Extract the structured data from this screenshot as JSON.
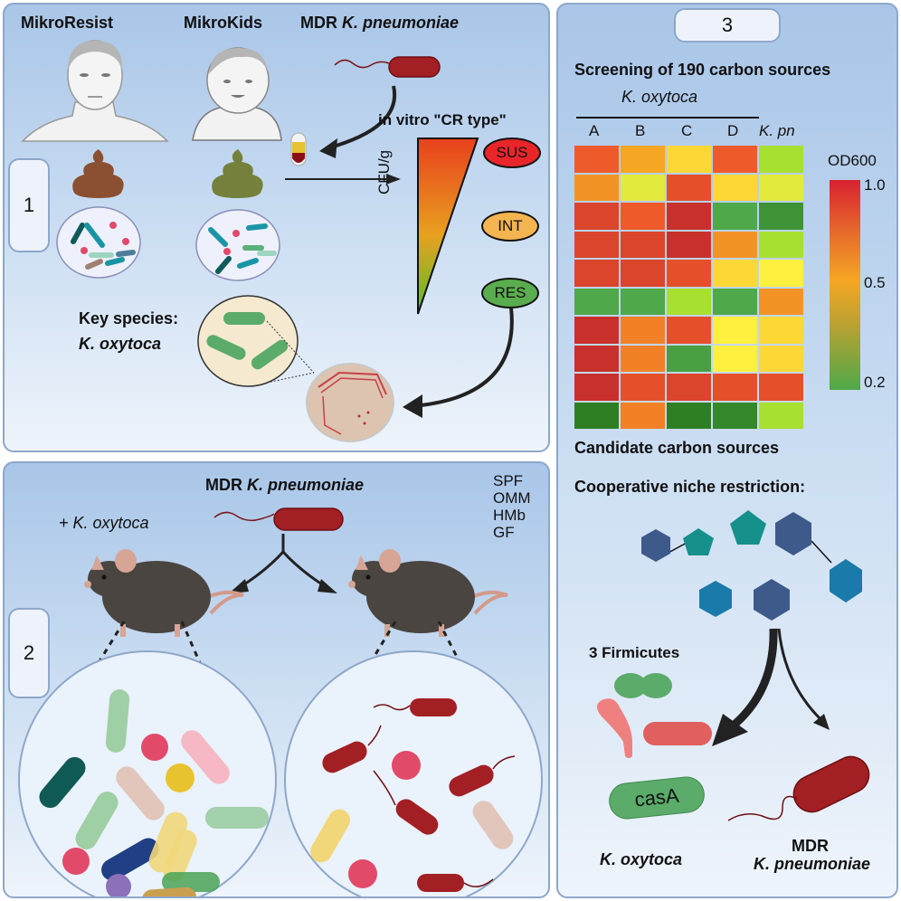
{
  "panel1": {
    "number": "1",
    "cohort_labels": [
      "MikroResist",
      "MikroKids"
    ],
    "pathogen_title_prefix": "MDR ",
    "pathogen_title_species": "K. pneumoniae",
    "assay_title": "in vitro \"CR type\"",
    "axis_label": "CFU/g",
    "categories": [
      {
        "label": "SUS",
        "color": "#e8262a"
      },
      {
        "label": "INT",
        "color": "#f4b450"
      },
      {
        "label": "RES",
        "color": "#5aad4e"
      }
    ],
    "key_species_label": "Key species:",
    "key_species_name": "K. oxytoca"
  },
  "panel2": {
    "number": "2",
    "title_prefix": "MDR ",
    "title_species": "K. pneumoniae",
    "treatment_label_prefix": "+ ",
    "treatment_label_species": "K. oxytoca",
    "mouse_models": [
      "SPF",
      "OMM",
      "HMb",
      "GF"
    ]
  },
  "panel3": {
    "number": "3",
    "screen_title": "Screening of 190 carbon sources",
    "group_label": "K. oxytoca",
    "candidate_label": "Candidate carbon sources",
    "cooperative_label": "Cooperative niche restriction:",
    "firmicutes_label": "3 Firmicutes",
    "gene_label": "casA",
    "bottom_left_label": "K. oxytoca",
    "bottom_right_label_line1": "MDR",
    "bottom_right_label_line2": "K. pneumoniae"
  },
  "chart_data": {
    "type": "heatmap",
    "title": "Screening of 190 carbon sources",
    "group_header": "K. oxytoca",
    "columns": [
      "A",
      "B",
      "C",
      "D",
      "K. pn"
    ],
    "rows": 10,
    "colorbar": {
      "label": "OD600",
      "min": 0.2,
      "max": 1.0,
      "ticks": [
        "1.0",
        "0.5",
        "0.2"
      ],
      "colors": [
        "#4fa84a",
        "#f5a623",
        "#d92130"
      ]
    },
    "values": [
      [
        0.8,
        0.6,
        0.5,
        0.8,
        0.3
      ],
      [
        0.65,
        0.4,
        0.85,
        0.5,
        0.4
      ],
      [
        0.9,
        0.8,
        1.0,
        0.2,
        0.15
      ],
      [
        0.9,
        0.9,
        1.0,
        0.65,
        0.3
      ],
      [
        0.9,
        0.9,
        0.85,
        0.5,
        0.45
      ],
      [
        0.2,
        0.2,
        0.3,
        0.2,
        0.65
      ],
      [
        1.0,
        0.7,
        0.85,
        0.45,
        0.5
      ],
      [
        1.0,
        0.7,
        0.18,
        0.45,
        0.5
      ],
      [
        1.0,
        0.85,
        0.9,
        0.85,
        0.85
      ],
      [
        0.1,
        0.7,
        0.1,
        0.12,
        0.3
      ]
    ]
  }
}
